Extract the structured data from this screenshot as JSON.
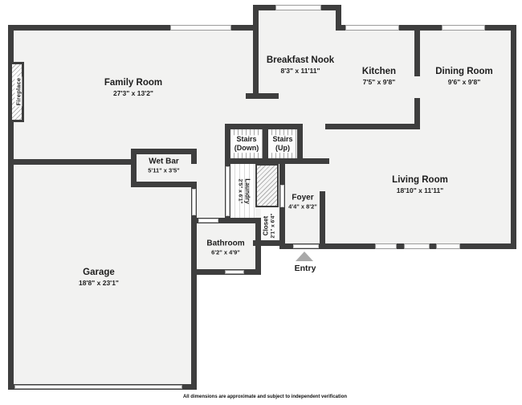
{
  "title": "Floor plan",
  "colors": {
    "wall": "#3e3e3e",
    "floor": "#f2f2f1",
    "background": "#ffffff",
    "window_door": "#ffffff",
    "entry_arrow": "#a9a9a9",
    "text": "#1d1d1d"
  },
  "rooms": {
    "family_room": {
      "name": "Family Room",
      "dims": "27'3\" x 13'2\""
    },
    "breakfast_nook": {
      "name": "Breakfast Nook",
      "dims": "8'3\" x 11'11\""
    },
    "kitchen": {
      "name": "Kitchen",
      "dims": "7'5\" x 9'8\""
    },
    "dining_room": {
      "name": "Dining Room",
      "dims": "9'6\" x 9'8\""
    },
    "living_room": {
      "name": "Living Room",
      "dims": "18'10\" x 11'11\""
    },
    "foyer": {
      "name": "Foyer",
      "dims": "4'4\" x 8'2\""
    },
    "wet_bar": {
      "name": "Wet Bar",
      "dims": "5'11\" x 3'5\""
    },
    "garage": {
      "name": "Garage",
      "dims": "18'8\" x 23'1\""
    },
    "bathroom": {
      "name": "Bathroom",
      "dims": "6'2\" x 4'9\""
    },
    "laundry": {
      "name": "Laundry",
      "dims": "2'5\" x 6'1\""
    },
    "closet": {
      "name": "Closet",
      "dims": "2'1\" x 6'4\""
    },
    "stairs_down": {
      "line1": "Stairs",
      "line2": "(Down)"
    },
    "stairs_up": {
      "line1": "Stairs",
      "line2": "(Up)"
    }
  },
  "features": {
    "fireplace_label": "Fireplace",
    "entry_label": "Entry"
  },
  "footer": {
    "disclaimer": "All dimensions are approximate and subject to independent verification"
  }
}
